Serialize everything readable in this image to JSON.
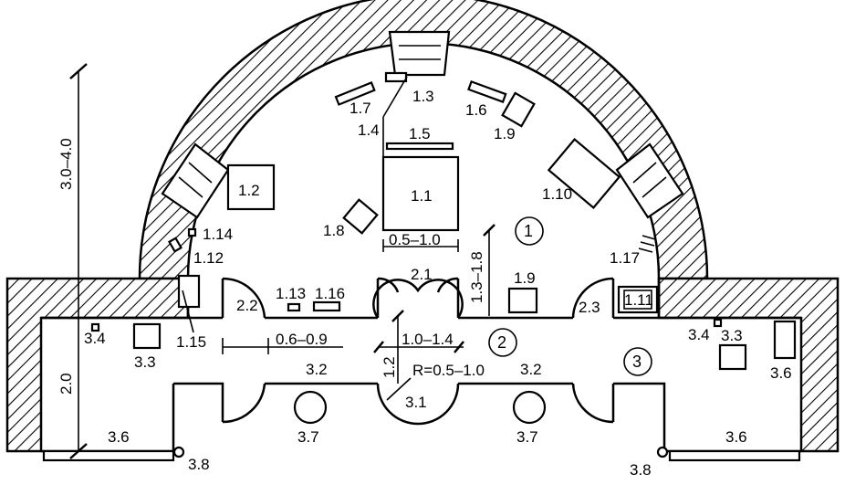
{
  "labels": {
    "l_1_1": "1.1",
    "l_1_2": "1.2",
    "l_1_3": "1.3",
    "l_1_4": "1.4",
    "l_1_5": "1.5",
    "l_1_6": "1.6",
    "l_1_7": "1.7",
    "l_1_8": "1.8",
    "l_1_9a": "1.9",
    "l_1_9b": "1.9",
    "l_1_10": "1.10",
    "l_1_11": "1.11",
    "l_1_12": "1.12",
    "l_1_13": "1.13",
    "l_1_14": "1.14",
    "l_1_15": "1.15",
    "l_1_16": "1.16",
    "l_1_17": "1.17",
    "l_2_1": "2.1",
    "l_2_2": "2.2",
    "l_2_3": "2.3",
    "l_3_1": "3.1",
    "l_3_2a": "3.2",
    "l_3_2b": "3.2",
    "l_3_3a": "3.3",
    "l_3_3b": "3.3",
    "l_3_4a": "3.4",
    "l_3_4b": "3.4",
    "l_3_6a": "3.6",
    "l_3_6b": "3.6",
    "l_3_6c": "3.6",
    "l_3_7a": "3.7",
    "l_3_7b": "3.7",
    "l_3_8a": "3.8",
    "l_3_8b": "3.8"
  },
  "zones": {
    "z1": "1",
    "z2": "2",
    "z3": "3"
  },
  "dimensions": {
    "height_total": "3.0–4.0",
    "height_wing": "2.0",
    "width_table": "0.5–1.0",
    "gap_table": "1.3–1.8",
    "door_width_left": "0.6–0.9",
    "door_width_center": "1.0–1.4",
    "door_depth": "1.2",
    "radius": "R=0.5–1.0"
  }
}
